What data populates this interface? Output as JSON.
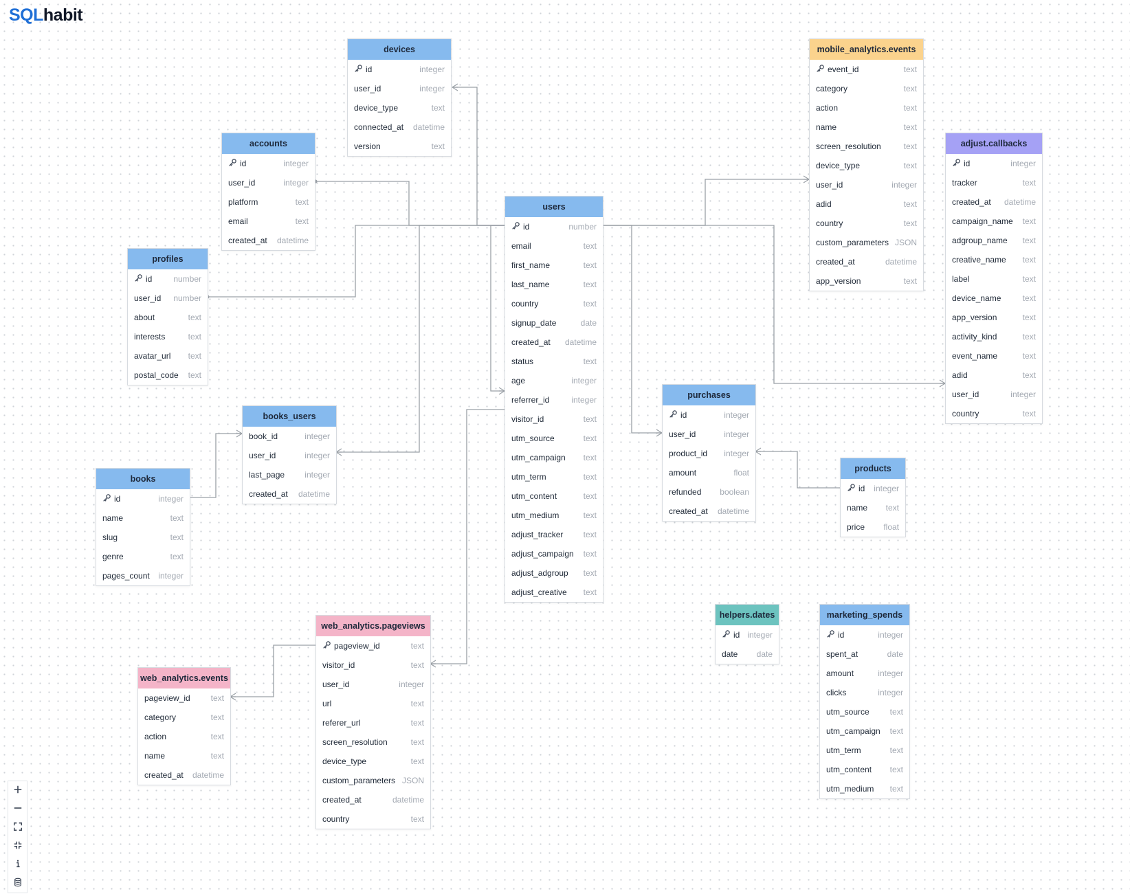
{
  "logo": {
    "part1": "SQL",
    "part2": "habit"
  },
  "colors": {
    "blue": "#86baee",
    "orange": "#fbd38d",
    "purple": "#a5a1f5",
    "pink": "#f4b4c8",
    "teal": "#6cc3bf"
  },
  "tables": [
    {
      "id": "devices",
      "name": "devices",
      "color": "blue",
      "columns": [
        {
          "name": "id",
          "type": "integer",
          "pk": true
        },
        {
          "name": "user_id",
          "type": "integer"
        },
        {
          "name": "device_type",
          "type": "text"
        },
        {
          "name": "connected_at",
          "type": "datetime"
        },
        {
          "name": "version",
          "type": "text"
        }
      ]
    },
    {
      "id": "accounts",
      "name": "accounts",
      "color": "blue",
      "columns": [
        {
          "name": "id",
          "type": "integer",
          "pk": true
        },
        {
          "name": "user_id",
          "type": "integer"
        },
        {
          "name": "platform",
          "type": "text"
        },
        {
          "name": "email",
          "type": "text"
        },
        {
          "name": "created_at",
          "type": "datetime"
        }
      ]
    },
    {
      "id": "profiles",
      "name": "profiles",
      "color": "blue",
      "columns": [
        {
          "name": "id",
          "type": "number",
          "pk": true
        },
        {
          "name": "user_id",
          "type": "number"
        },
        {
          "name": "about",
          "type": "text"
        },
        {
          "name": "interests",
          "type": "text"
        },
        {
          "name": "avatar_url",
          "type": "text"
        },
        {
          "name": "postal_code",
          "type": "text"
        }
      ]
    },
    {
      "id": "users",
      "name": "users",
      "color": "blue",
      "columns": [
        {
          "name": "id",
          "type": "number",
          "pk": true
        },
        {
          "name": "email",
          "type": "text"
        },
        {
          "name": "first_name",
          "type": "text"
        },
        {
          "name": "last_name",
          "type": "text"
        },
        {
          "name": "country",
          "type": "text"
        },
        {
          "name": "signup_date",
          "type": "date"
        },
        {
          "name": "created_at",
          "type": "datetime"
        },
        {
          "name": "status",
          "type": "text"
        },
        {
          "name": "age",
          "type": "integer"
        },
        {
          "name": "referrer_id",
          "type": "integer"
        },
        {
          "name": "visitor_id",
          "type": "text"
        },
        {
          "name": "utm_source",
          "type": "text"
        },
        {
          "name": "utm_campaign",
          "type": "text"
        },
        {
          "name": "utm_term",
          "type": "text"
        },
        {
          "name": "utm_content",
          "type": "text"
        },
        {
          "name": "utm_medium",
          "type": "text"
        },
        {
          "name": "adjust_tracker",
          "type": "text"
        },
        {
          "name": "adjust_campaign",
          "type": "text"
        },
        {
          "name": "adjust_adgroup",
          "type": "text"
        },
        {
          "name": "adjust_creative",
          "type": "text"
        }
      ]
    },
    {
      "id": "mobile_events",
      "name": "mobile_analytics.events",
      "color": "orange",
      "columns": [
        {
          "name": "event_id",
          "type": "text",
          "pk": true
        },
        {
          "name": "category",
          "type": "text"
        },
        {
          "name": "action",
          "type": "text"
        },
        {
          "name": "name",
          "type": "text"
        },
        {
          "name": "screen_resolution",
          "type": "text"
        },
        {
          "name": "device_type",
          "type": "text"
        },
        {
          "name": "user_id",
          "type": "integer"
        },
        {
          "name": "adid",
          "type": "text"
        },
        {
          "name": "country",
          "type": "text"
        },
        {
          "name": "custom_parameters",
          "type": "JSON"
        },
        {
          "name": "created_at",
          "type": "datetime"
        },
        {
          "name": "app_version",
          "type": "text"
        }
      ]
    },
    {
      "id": "adjust_callbacks",
      "name": "adjust.callbacks",
      "color": "purple",
      "columns": [
        {
          "name": "id",
          "type": "integer",
          "pk": true
        },
        {
          "name": "tracker",
          "type": "text"
        },
        {
          "name": "created_at",
          "type": "datetime"
        },
        {
          "name": "campaign_name",
          "type": "text"
        },
        {
          "name": "adgroup_name",
          "type": "text"
        },
        {
          "name": "creative_name",
          "type": "text"
        },
        {
          "name": "label",
          "type": "text"
        },
        {
          "name": "device_name",
          "type": "text"
        },
        {
          "name": "app_version",
          "type": "text"
        },
        {
          "name": "activity_kind",
          "type": "text"
        },
        {
          "name": "event_name",
          "type": "text"
        },
        {
          "name": "adid",
          "type": "text"
        },
        {
          "name": "user_id",
          "type": "integer"
        },
        {
          "name": "country",
          "type": "text"
        }
      ]
    },
    {
      "id": "books_users",
      "name": "books_users",
      "color": "blue",
      "columns": [
        {
          "name": "book_id",
          "type": "integer"
        },
        {
          "name": "user_id",
          "type": "integer"
        },
        {
          "name": "last_page",
          "type": "integer"
        },
        {
          "name": "created_at",
          "type": "datetime"
        }
      ]
    },
    {
      "id": "books",
      "name": "books",
      "color": "blue",
      "columns": [
        {
          "name": "id",
          "type": "integer",
          "pk": true
        },
        {
          "name": "name",
          "type": "text"
        },
        {
          "name": "slug",
          "type": "text"
        },
        {
          "name": "genre",
          "type": "text"
        },
        {
          "name": "pages_count",
          "type": "integer"
        }
      ]
    },
    {
      "id": "purchases",
      "name": "purchases",
      "color": "blue",
      "columns": [
        {
          "name": "id",
          "type": "integer",
          "pk": true
        },
        {
          "name": "user_id",
          "type": "integer"
        },
        {
          "name": "product_id",
          "type": "integer"
        },
        {
          "name": "amount",
          "type": "float"
        },
        {
          "name": "refunded",
          "type": "boolean"
        },
        {
          "name": "created_at",
          "type": "datetime"
        }
      ]
    },
    {
      "id": "products",
      "name": "products",
      "color": "blue",
      "columns": [
        {
          "name": "id",
          "type": "integer",
          "pk": true
        },
        {
          "name": "name",
          "type": "text"
        },
        {
          "name": "price",
          "type": "float"
        }
      ]
    },
    {
      "id": "helpers_dates",
      "name": "helpers.dates",
      "color": "teal",
      "columns": [
        {
          "name": "id",
          "type": "integer",
          "pk": true
        },
        {
          "name": "date",
          "type": "date"
        }
      ]
    },
    {
      "id": "marketing_spends",
      "name": "marketing_spends",
      "color": "blue",
      "columns": [
        {
          "name": "id",
          "type": "integer",
          "pk": true
        },
        {
          "name": "spent_at",
          "type": "date"
        },
        {
          "name": "amount",
          "type": "integer"
        },
        {
          "name": "clicks",
          "type": "integer"
        },
        {
          "name": "utm_source",
          "type": "text"
        },
        {
          "name": "utm_campaign",
          "type": "text"
        },
        {
          "name": "utm_term",
          "type": "text"
        },
        {
          "name": "utm_content",
          "type": "text"
        },
        {
          "name": "utm_medium",
          "type": "text"
        }
      ]
    },
    {
      "id": "web_pageviews",
      "name": "web_analytics.pageviews",
      "color": "pink",
      "columns": [
        {
          "name": "pageview_id",
          "type": "text",
          "pk": true
        },
        {
          "name": "visitor_id",
          "type": "text"
        },
        {
          "name": "user_id",
          "type": "integer"
        },
        {
          "name": "url",
          "type": "text"
        },
        {
          "name": "referer_url",
          "type": "text"
        },
        {
          "name": "screen_resolution",
          "type": "text"
        },
        {
          "name": "device_type",
          "type": "text"
        },
        {
          "name": "custom_parameters",
          "type": "JSON"
        },
        {
          "name": "created_at",
          "type": "datetime"
        },
        {
          "name": "country",
          "type": "text"
        }
      ]
    },
    {
      "id": "web_events",
      "name": "web_analytics.events",
      "color": "pink",
      "columns": [
        {
          "name": "pageview_id",
          "type": "text"
        },
        {
          "name": "category",
          "type": "text"
        },
        {
          "name": "action",
          "type": "text"
        },
        {
          "name": "name",
          "type": "text"
        },
        {
          "name": "created_at",
          "type": "datetime"
        }
      ]
    }
  ],
  "controls": [
    {
      "name": "zoom-in-button",
      "icon": "plus-icon"
    },
    {
      "name": "zoom-out-button",
      "icon": "minus-icon"
    },
    {
      "name": "fit-view-button",
      "icon": "expand-icon"
    },
    {
      "name": "fullscreen-button",
      "icon": "collapse-icon"
    },
    {
      "name": "info-button",
      "icon": "info-icon"
    },
    {
      "name": "database-button",
      "icon": "database-icon"
    }
  ]
}
